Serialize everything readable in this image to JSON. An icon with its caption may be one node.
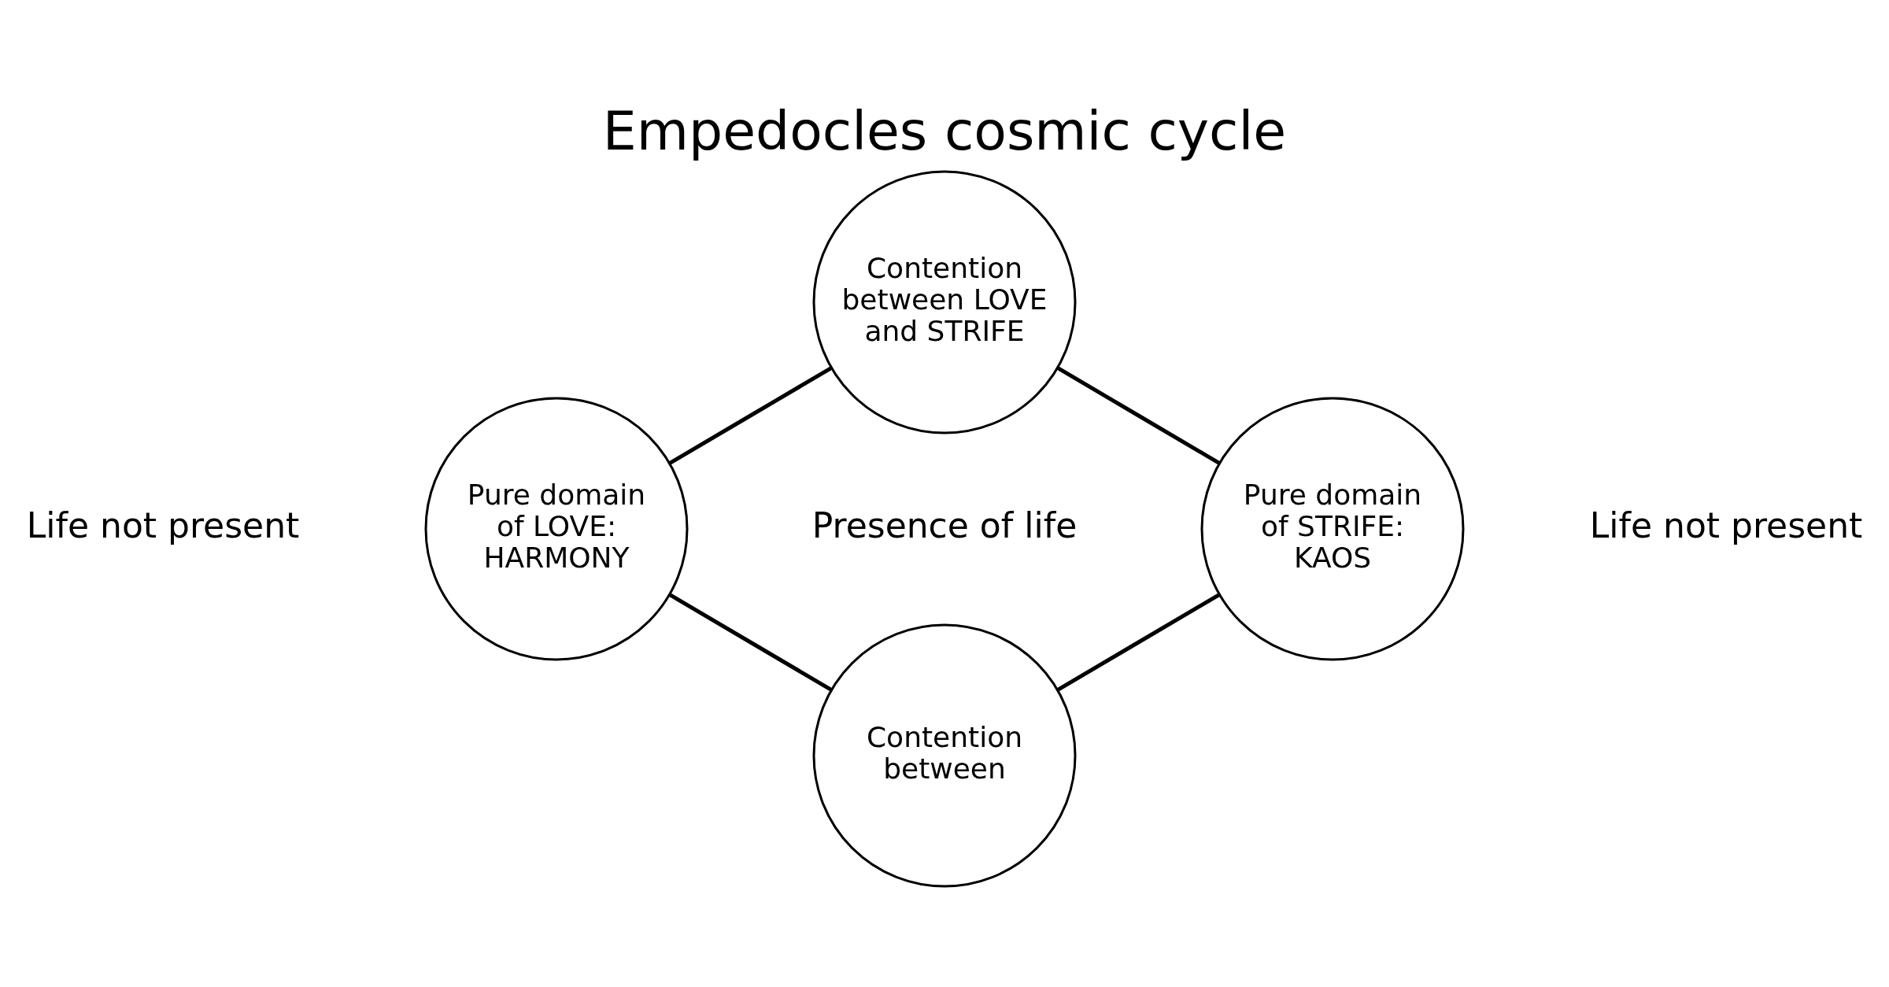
{
  "diagram": {
    "title": "Empedocles cosmic cycle",
    "nodes": [
      {
        "text": [
          "Contention between LOVE and STRIFE"
        ]
      },
      {
        "text": [
          "Pure domain of LOVE: HARMONY"
        ]
      },
      {
        "text": [
          "Pure domain of STRIFE: KAOS"
        ]
      },
      {
        "text": [
          "Contention between"
        ]
      }
    ],
    "edges": [
      {
        "from": 1,
        "to": 0,
        "arrow": "none"
      },
      {
        "from": 0,
        "to": 2,
        "arrow": "none"
      },
      {
        "from": 1,
        "to": 3,
        "arrow": "none"
      },
      {
        "from": 3,
        "to": 2,
        "arrow": "none"
      }
    ],
    "labels": [
      "Presence of life",
      "Life not present",
      "Life not present"
    ]
  }
}
